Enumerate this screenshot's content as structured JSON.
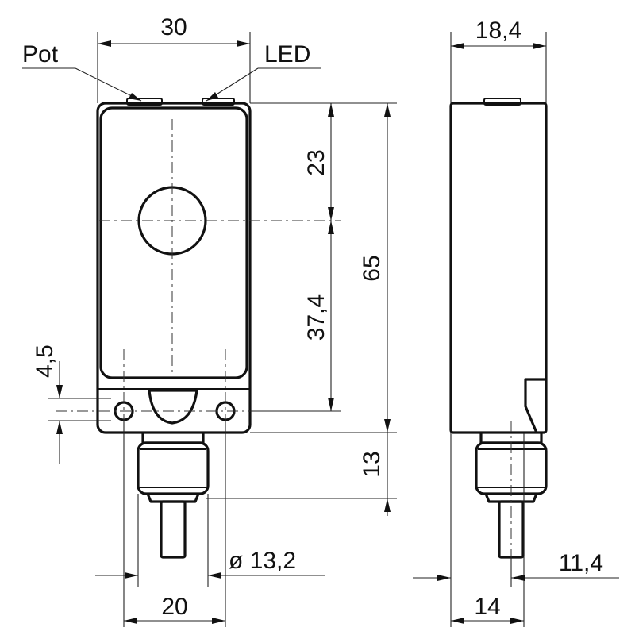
{
  "labels": {
    "pot": "Pot",
    "led": "LED"
  },
  "dimensions": {
    "width_front": "30",
    "width_side": "18,4",
    "height_top": "23",
    "height_mid": "37,4",
    "height_total": "65",
    "hole_offset": "4,5",
    "connector_length": "13",
    "connector_diameter": "ø 13,2",
    "mount_spacing": "20",
    "side_offset": "11,4",
    "side_bottom": "14"
  }
}
